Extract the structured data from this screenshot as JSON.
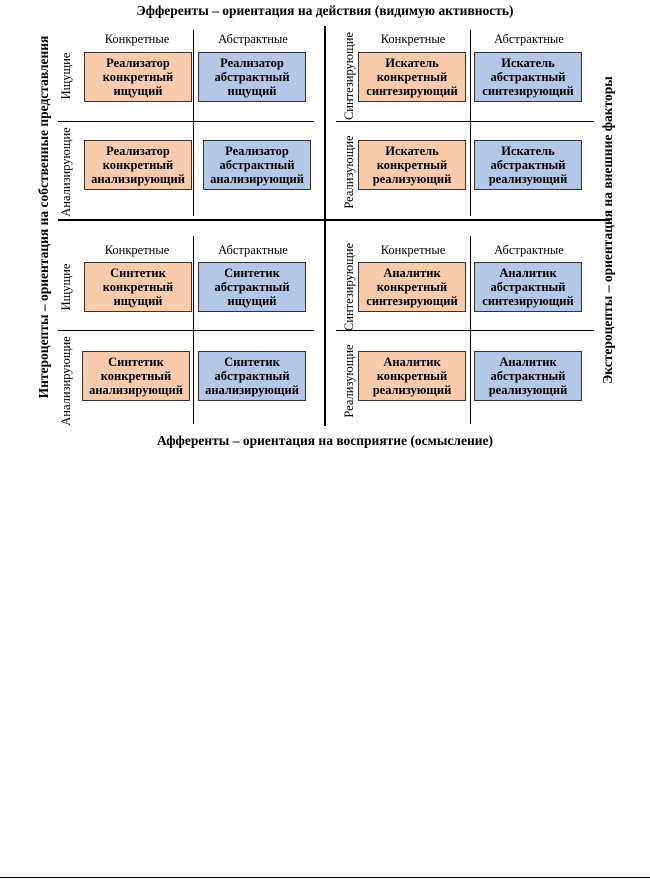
{
  "axes": {
    "top": "Эфференты – ориентация на действия (видимую активность)",
    "bottom": "Афференты – ориентация на восприятие (осмысление)",
    "left": "Интероцепты – ориентация на собственные представления",
    "right": "Экстероцепты – ориентация на внешние факторы"
  },
  "column_labels": {
    "concrete": "Конкретные",
    "abstract": "Абстрактные"
  },
  "row_labels": {
    "searching": "Ищущие",
    "analyzing": "Анализирующие",
    "synthesizing": "Синтезирующие",
    "realizing": "Реализующие"
  },
  "boxes": {
    "q1": {
      "r1c1": "Реализатор\nконкретный\nищущий",
      "r1c2": "Реализатор\nабстрактный\nищущий",
      "r2c1": "Реализатор\nконкретный\nанализирующий",
      "r2c2": "Реализатор\nабстрактный\nанализирующий"
    },
    "q2": {
      "r1c1": "Искатель\nконкретный\nсинтезирующий",
      "r1c2": "Искатель\nабстрактный\nсинтезирующий",
      "r2c1": "Искатель\nконкретный\nреализующий",
      "r2c2": "Искатель\nабстрактный\nреализующий"
    },
    "q3": {
      "r1c1": "Синтетик\nконкретный\nищущий",
      "r1c2": "Синтетик\nабстрактный\nищущий",
      "r2c1": "Синтетик\nконкретный\nанализирующий",
      "r2c2": "Синтетик\nабстрактный\nанализирующий"
    },
    "q4": {
      "r1c1": "Аналитик\nконкретный\nсинтезирующий",
      "r1c2": "Аналитик\nабстрактный\nсинтезирующий",
      "r2c1": "Аналитик\nконкретный\nреализующий",
      "r2c2": "Аналитик\nабстрактный\nреализующий"
    }
  },
  "colors": {
    "concrete": "#f8cbad",
    "abstract": "#b4c7e7"
  }
}
